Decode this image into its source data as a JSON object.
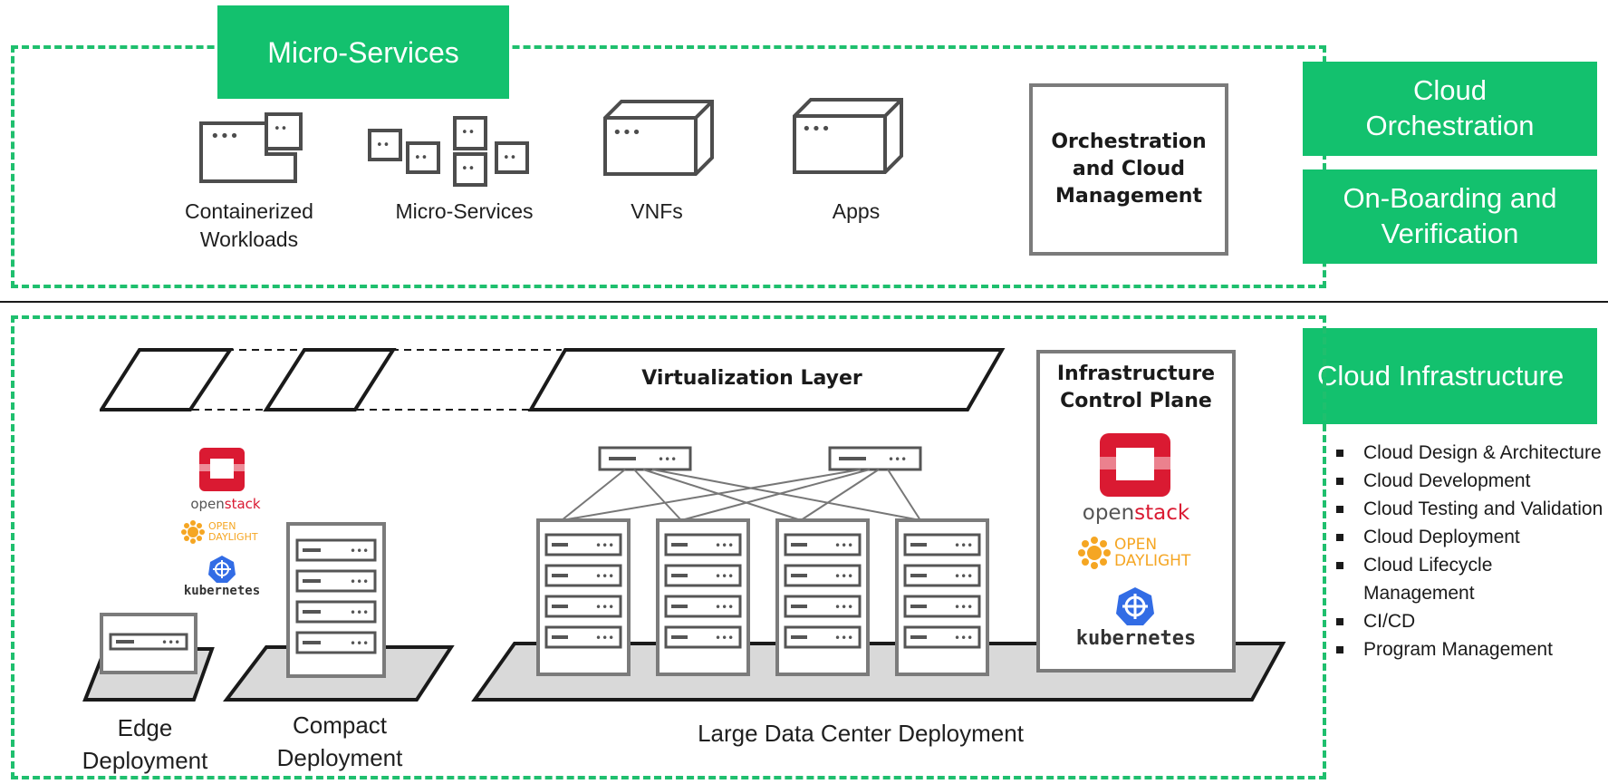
{
  "top_section": {
    "tab_label": "Micro-Services",
    "items": [
      {
        "label": "Containerized Workloads",
        "icon": "containerized-workloads-icon"
      },
      {
        "label": "Micro-Services",
        "icon": "micro-services-icon"
      },
      {
        "label": "VNFs",
        "icon": "vnf-icon"
      },
      {
        "label": "Apps",
        "icon": "apps-icon"
      }
    ],
    "orchestration_box": "Orchestration and Cloud Management"
  },
  "right_panel": {
    "cloud_orchestration": "Cloud Orchestration",
    "onboarding": "On-Boarding and Verification",
    "cloud_infrastructure": "Cloud Infrastructure",
    "bullets": [
      "Cloud Design & Architecture",
      "Cloud Development",
      "Cloud Testing and Validation",
      "Cloud Deployment",
      "Cloud Lifecycle Management",
      "CI/CD",
      "Program Management"
    ]
  },
  "bottom_section": {
    "virtualization_layer": "Virtualization Layer",
    "control_plane_title": "Infrastructure Control Plane",
    "logos": {
      "openstack_prefix": "open",
      "openstack_suffix": "stack",
      "opendaylight_top": "OPEN",
      "opendaylight_bottom": "DAYLIGHT",
      "kubernetes": "kubernetes"
    },
    "deployments": {
      "edge": "Edge Deployment",
      "compact": "Compact Deployment",
      "large": "Large Data Center Deployment"
    }
  },
  "colors": {
    "accent_green": "#13c16e",
    "dash_green": "#1fbf6e",
    "openstack_red": "#da1a32",
    "daylight_orange": "#f5a623",
    "kubernetes_blue": "#326ce5",
    "platform_grey": "#d9d9d9",
    "outline_grey": "#7b7b7b"
  }
}
